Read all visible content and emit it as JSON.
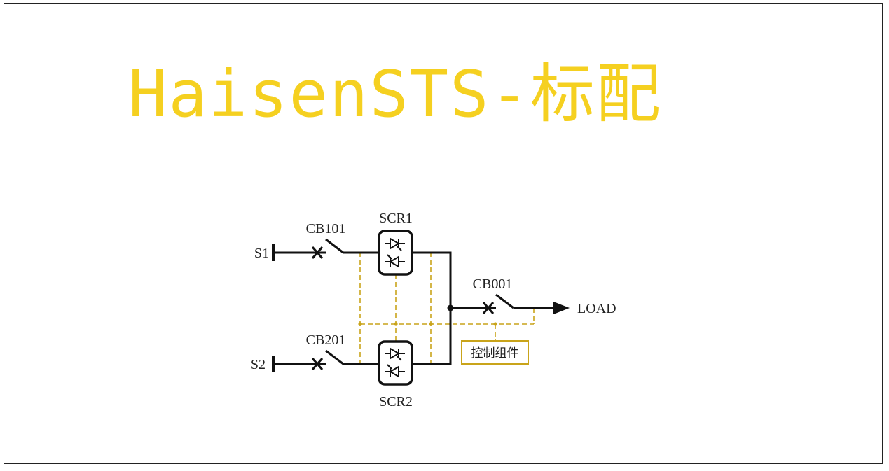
{
  "title": "HaisenSTS-标配",
  "labels": {
    "s1": "S1",
    "s2": "S2",
    "cb101": "CB101",
    "cb201": "CB201",
    "cb001": "CB001",
    "scr1": "SCR1",
    "scr2": "SCR2",
    "load": "LOAD",
    "control": "控制组件"
  },
  "colors": {
    "title": "#f5d020",
    "wire": "#111111",
    "control_line": "#c9a41a",
    "frame": "#222222"
  }
}
